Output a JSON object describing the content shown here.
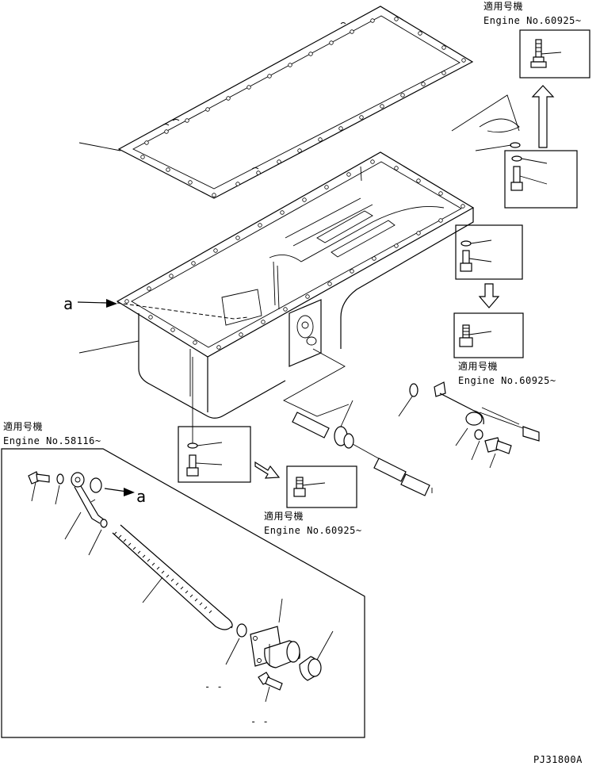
{
  "labels": {
    "applicable_jp": "適用号機",
    "engine_no_60925": "Engine No.60925~",
    "engine_no_58116": "Engine No.58116~",
    "ref_a": "a",
    "drawing_code": "PJ31800A",
    "dash_marks": [
      "- -",
      "- -"
    ]
  }
}
